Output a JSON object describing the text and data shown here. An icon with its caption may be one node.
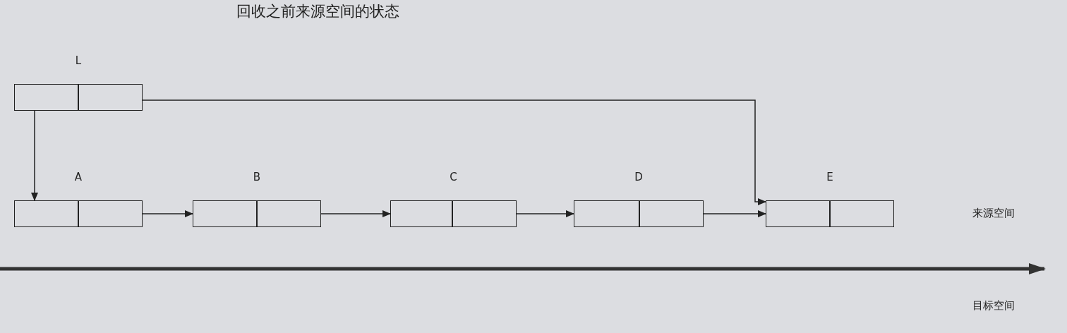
{
  "diagram": {
    "title": "回收之前来源空间的状态",
    "nodes": [
      {
        "text": [
          "L"
        ]
      },
      {
        "text": [],
        "shape": "box",
        "in": 0
      },
      {
        "text": [],
        "shape": "box",
        "in": 0
      },
      {
        "text": [
          "A"
        ]
      },
      {
        "text": [],
        "shape": "box",
        "in": 3
      },
      {
        "text": [],
        "shape": "box",
        "in": 3
      },
      {
        "text": [
          "B"
        ]
      },
      {
        "text": [],
        "shape": "box",
        "in": 6
      },
      {
        "text": [],
        "shape": "box",
        "in": 6
      },
      {
        "text": [
          "C"
        ]
      },
      {
        "text": [],
        "shape": "box",
        "in": 9
      },
      {
        "text": [],
        "shape": "box",
        "in": 9
      },
      {
        "text": [
          "D"
        ]
      },
      {
        "text": [],
        "shape": "box",
        "in": 12
      },
      {
        "text": [],
        "shape": "box",
        "in": 12
      },
      {
        "text": [
          "E"
        ]
      },
      {
        "text": [],
        "shape": "box",
        "in": 15
      },
      {
        "text": [],
        "shape": "box",
        "in": 15
      }
    ],
    "edges": [
      {
        "from": 1,
        "to": 4,
        "arrow": "to"
      },
      {
        "from": 2,
        "to": 16,
        "arrow": "to"
      },
      {
        "from": 5,
        "to": 7,
        "arrow": "to"
      },
      {
        "from": 8,
        "to": 10,
        "arrow": "to"
      },
      {
        "from": 11,
        "to": 13,
        "arrow": "to"
      },
      {
        "from": 14,
        "to": 16,
        "arrow": "to"
      }
    ],
    "labels": [
      "来源空间",
      "目标空间"
    ]
  }
}
